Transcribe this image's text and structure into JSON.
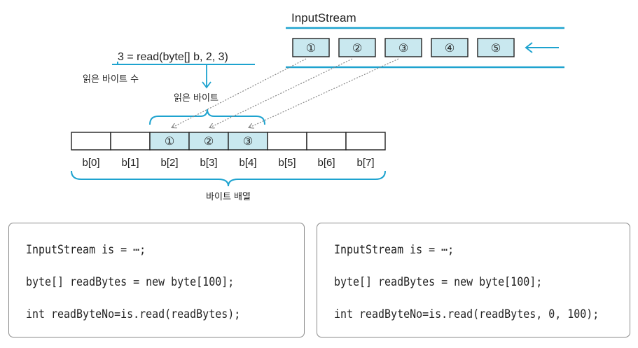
{
  "input_stream": {
    "title": "InputStream",
    "cells": [
      "①",
      "②",
      "③",
      "④",
      "⑤"
    ],
    "arrow_glyph": "←"
  },
  "read_call": {
    "expression": "3 = read(byte[] b, 2, 3)",
    "bytes_read_count_label": "읽은 바이트 수",
    "bytes_read_label": "읽은 바이트"
  },
  "byte_array": {
    "label": "바이트 배열",
    "cells": [
      "",
      "",
      "①",
      "②",
      "③",
      "",
      "",
      ""
    ],
    "indices": [
      "b[0]",
      "b[1]",
      "b[2]",
      "b[3]",
      "b[4]",
      "b[5]",
      "b[6]",
      "b[7]"
    ]
  },
  "code_left": {
    "lines": [
      "InputStream is = ⋯;",
      "byte[] readBytes = new byte[100];",
      "int readByteNo=is.read(readBytes);"
    ]
  },
  "code_right": {
    "lines": [
      "InputStream is = ⋯;",
      "byte[] readBytes = new byte[100];",
      "int readByteNo=is.read(readBytes, 0, 100);"
    ]
  },
  "colors": {
    "highlight_fill": "#c9e8ef",
    "accent_cyan": "#1ea3cf",
    "dotted_arrow": "#888888"
  }
}
